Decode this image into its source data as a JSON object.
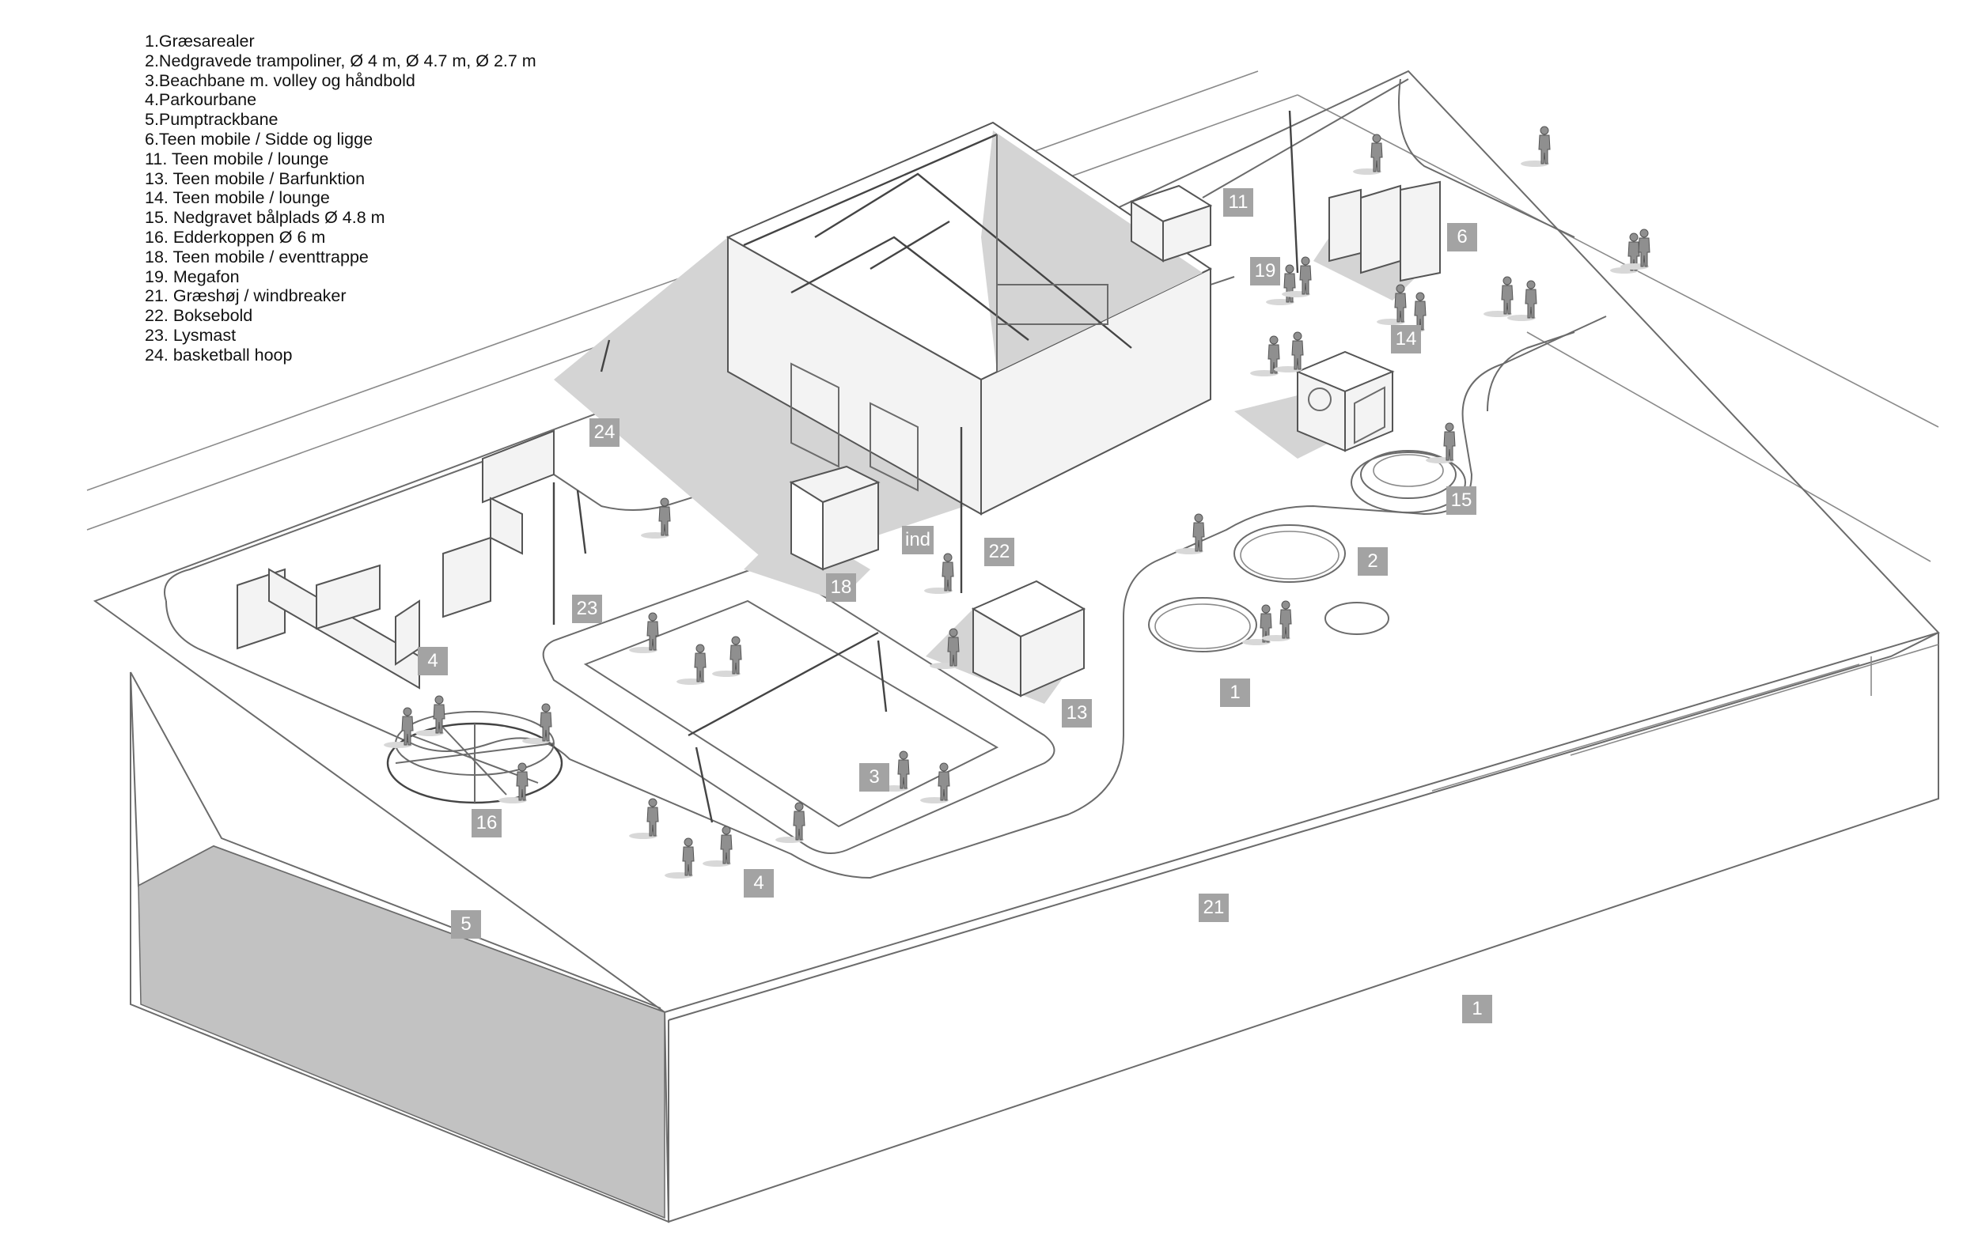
{
  "legend": [
    "1.Græsarealer",
    "2.Nedgravede trampoliner,  Ø 4 m, Ø 4.7 m, Ø 2.7 m",
    "3.Beachbane m. volley og håndbold",
    "4.Parkourbane",
    "5.Pumptrackbane",
    "6.Teen mobile / Sidde og ligge",
    "11. Teen mobile / lounge",
    "13. Teen mobile / Barfunktion",
    "14. Teen mobile / lounge",
    "15. Nedgravet bålplads Ø 4.8 m",
    "16. Edderkoppen Ø 6 m",
    "18. Teen mobile / eventtrappe",
    "19. Megafon",
    "21. Græshøj / windbreaker",
    "22. Boksebold",
    "23. Lysmast",
    "24. basketball hoop"
  ],
  "tags": [
    {
      "id": "tag-11",
      "label": "11"
    },
    {
      "id": "tag-6",
      "label": "6"
    },
    {
      "id": "tag-19",
      "label": "19"
    },
    {
      "id": "tag-14",
      "label": "14"
    },
    {
      "id": "tag-24",
      "label": "24"
    },
    {
      "id": "tag-15",
      "label": "15"
    },
    {
      "id": "tag-ind",
      "label": "ind"
    },
    {
      "id": "tag-22",
      "label": "22"
    },
    {
      "id": "tag-2",
      "label": "2"
    },
    {
      "id": "tag-18",
      "label": "18"
    },
    {
      "id": "tag-23",
      "label": "23"
    },
    {
      "id": "tag-4a",
      "label": "4"
    },
    {
      "id": "tag-1a",
      "label": "1"
    },
    {
      "id": "tag-13",
      "label": "13"
    },
    {
      "id": "tag-3",
      "label": "3"
    },
    {
      "id": "tag-16",
      "label": "16"
    },
    {
      "id": "tag-4b",
      "label": "4"
    },
    {
      "id": "tag-21",
      "label": "21"
    },
    {
      "id": "tag-5",
      "label": "5"
    },
    {
      "id": "tag-1b",
      "label": "1"
    }
  ],
  "colors": {
    "tag_bg": "#a3a3a3",
    "tag_text": "#ffffff",
    "line": "#6b6b6b",
    "shadow": "#d4d4d4"
  }
}
